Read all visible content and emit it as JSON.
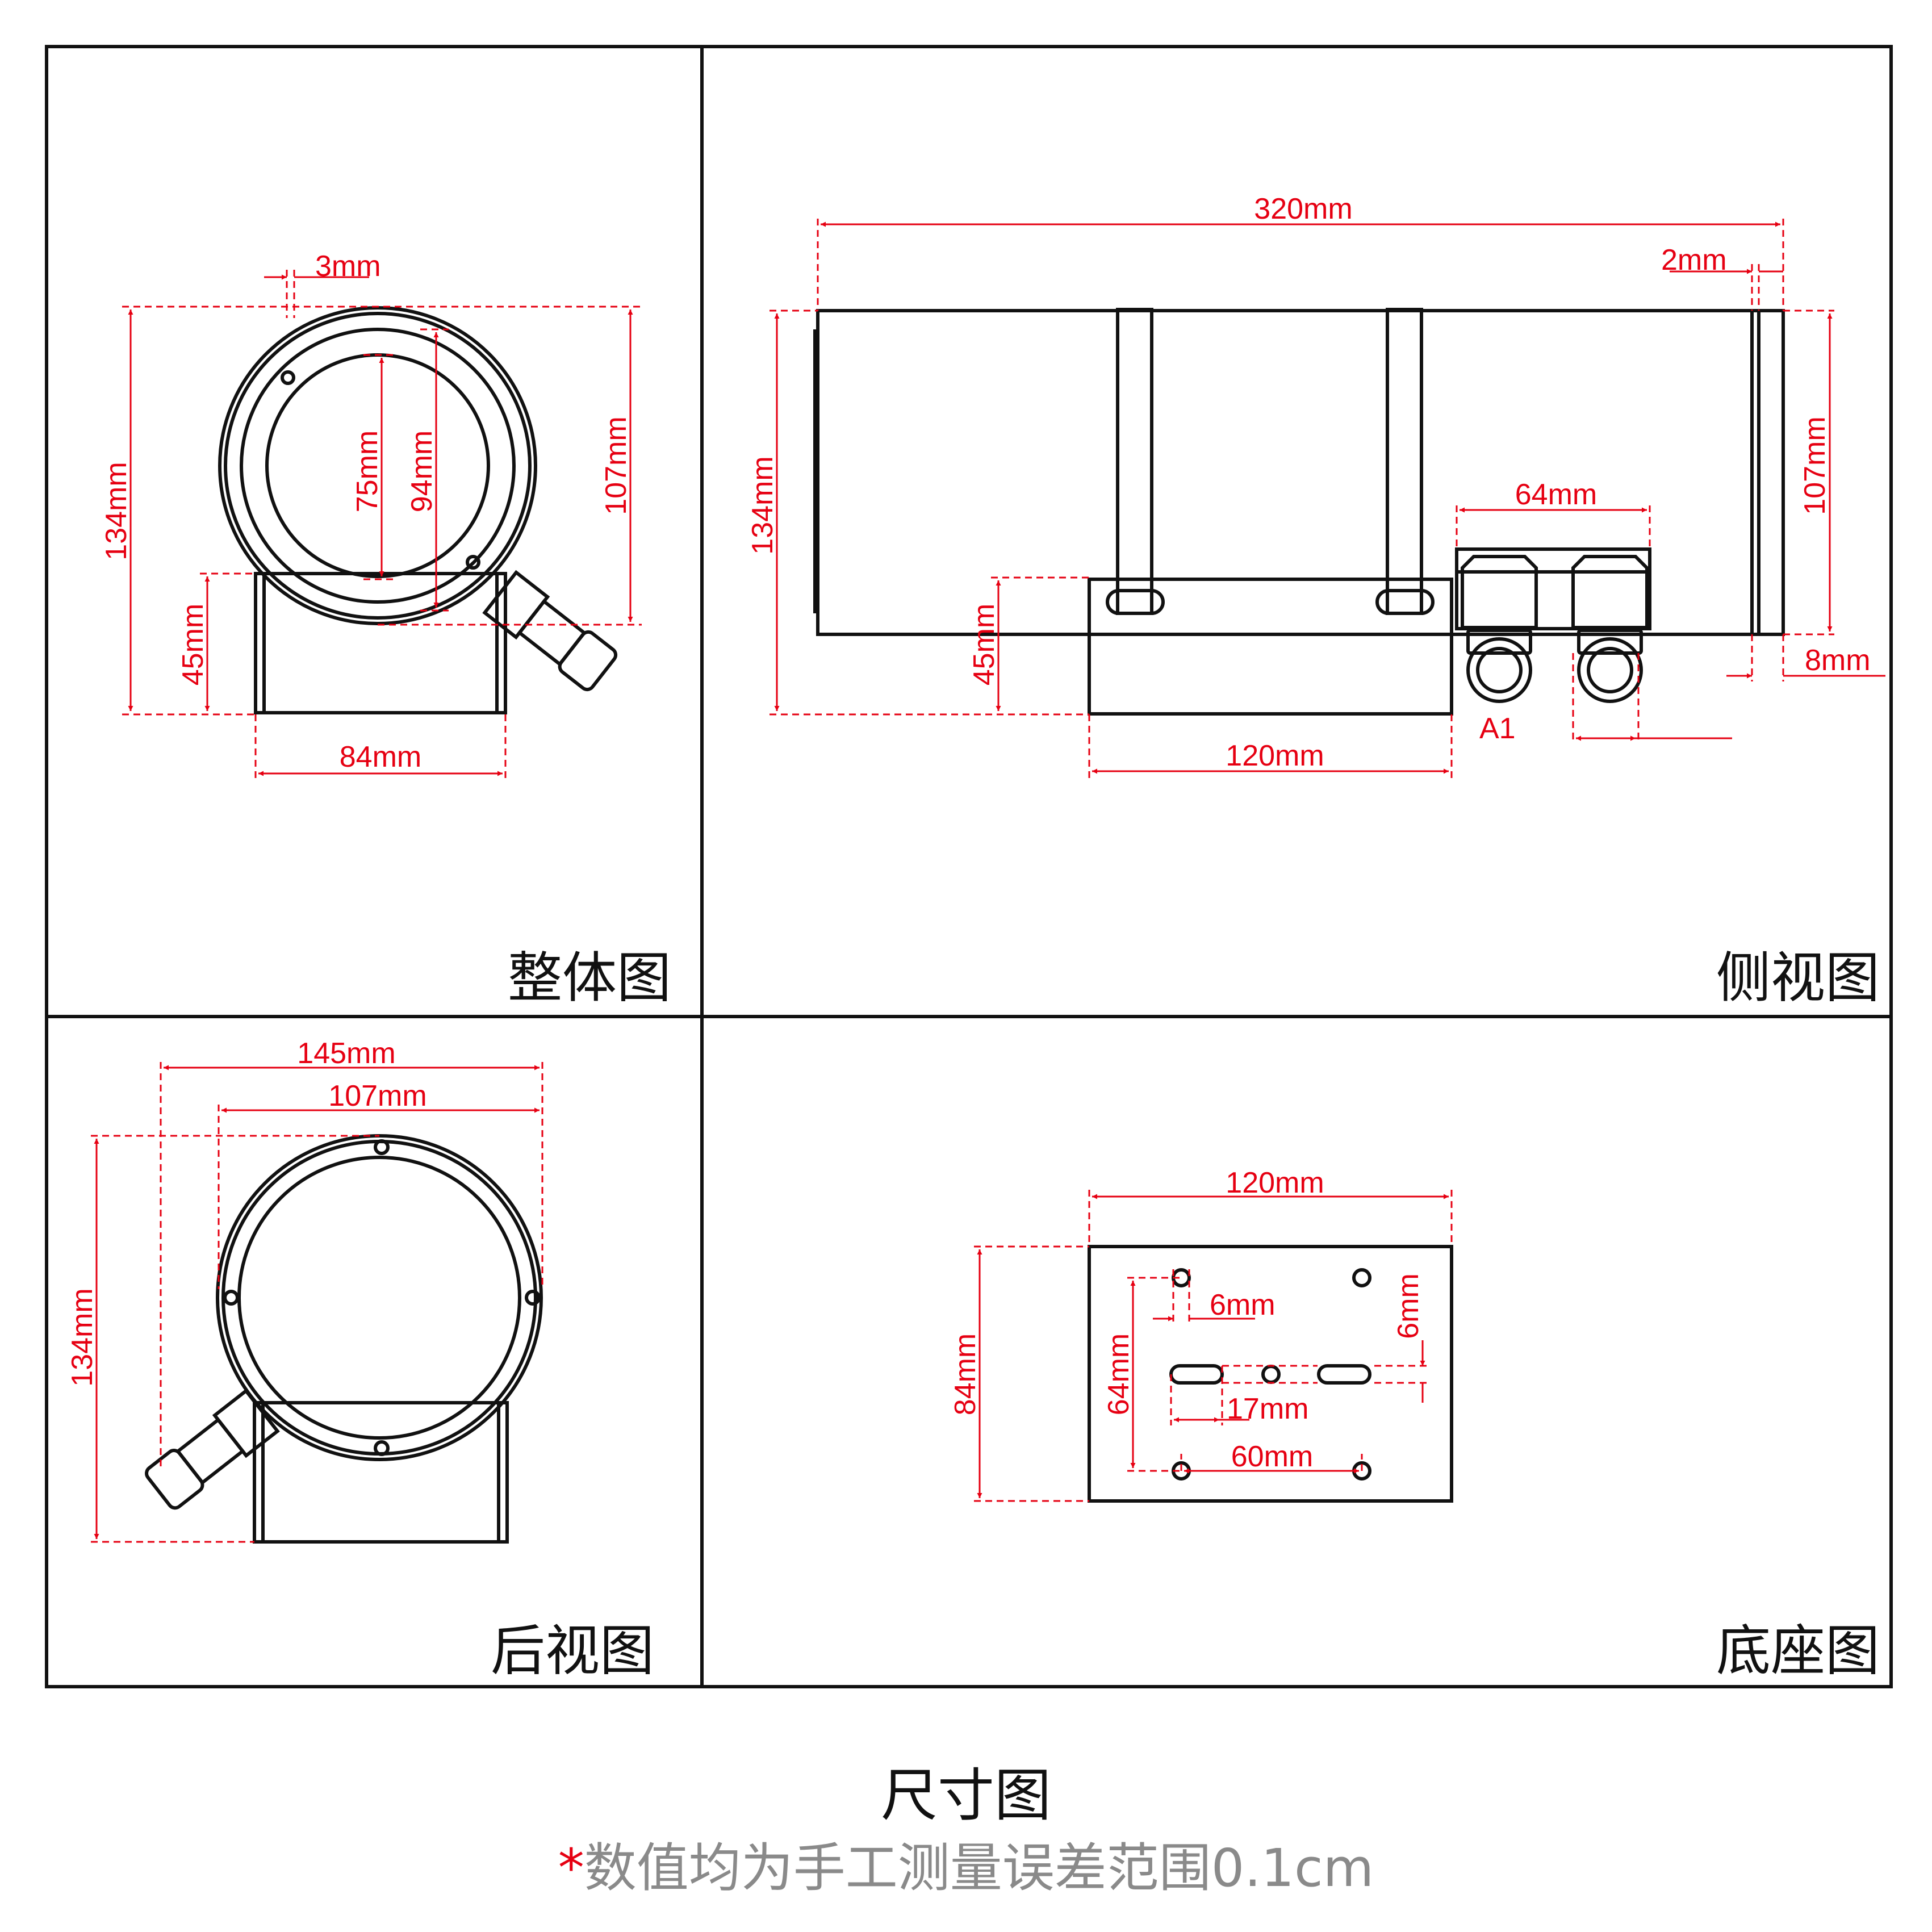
{
  "panels": {
    "overall": {
      "title": "整体图",
      "dims": {
        "top_offset": "3mm",
        "height": "134mm",
        "inner_d": "75mm",
        "mid_d": "94mm",
        "outer_d": "107mm",
        "base_h": "45mm",
        "base_w": "84mm"
      }
    },
    "side": {
      "title": "侧视图",
      "dims": {
        "length": "320mm",
        "lip": "2mm",
        "height": "134mm",
        "outer_d": "107mm",
        "gland_span": "64mm",
        "base_h": "45mm",
        "base_len": "120mm",
        "end_cap": "8mm"
      },
      "gland_label": "A1"
    },
    "rear": {
      "title": "后视图",
      "dims": {
        "total_w": "145mm",
        "body_w": "107mm",
        "height": "134mm"
      }
    },
    "base": {
      "title": "底座图",
      "dims": {
        "length": "120mm",
        "width": "84mm",
        "hole_d": "6mm",
        "slot_w": "6mm",
        "hole_span_y": "64mm",
        "slot_len": "17mm",
        "hole_span_x": "60mm"
      }
    }
  },
  "caption": {
    "title": "尺寸图",
    "note_mark": "*",
    "note": "数值均为手工测量误差范围0.1cm"
  },
  "colors": {
    "dimension": "#e60012",
    "outline": "#111111",
    "note": "#8a8a8a"
  }
}
